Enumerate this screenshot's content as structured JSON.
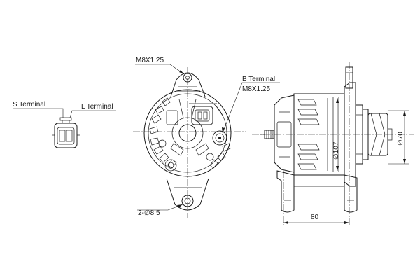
{
  "labels": {
    "s_terminal": "S Terminal",
    "l_terminal": "L Terminal",
    "top_thread": "M8X1.25",
    "b_terminal": "B Terminal",
    "b_terminal_thread": "M8X1.25",
    "mount_holes": "2-∅8.5",
    "pulley_diameter": "∅70",
    "body_diameter": "∅107",
    "width_dimension": "80"
  },
  "colors": {
    "line": "#1a1a1a",
    "background": "#ffffff"
  }
}
